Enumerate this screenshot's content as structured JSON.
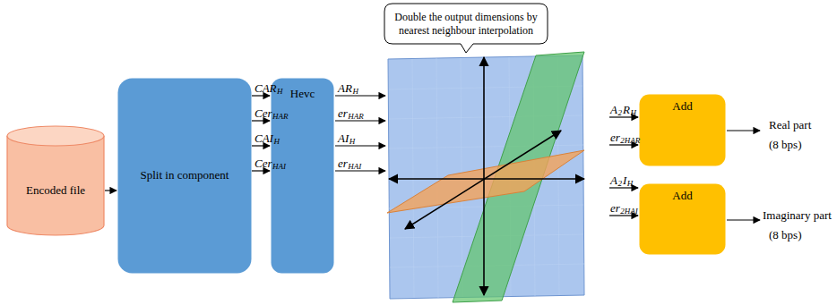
{
  "diagram": {
    "nodes": [
      {
        "text": [
          "Encoded file"
        ]
      },
      {
        "text": [
          "Split in component"
        ]
      },
      {
        "text": [
          "Hevc"
        ]
      },
      {
        "text": [
          "Double the output dimensions by nearest neighbour interpolation"
        ]
      },
      {
        "text": [
          "Add"
        ]
      },
      {
        "text": [
          "Add"
        ]
      }
    ],
    "edges": [
      {
        "from": 0,
        "to": 1,
        "arrow": "to"
      },
      {
        "from": 1,
        "to": 2,
        "arrow": "to"
      },
      {
        "from": 1,
        "to": 2,
        "arrow": "to"
      },
      {
        "from": 1,
        "to": 2,
        "arrow": "to"
      },
      {
        "from": 1,
        "to": 2,
        "arrow": "to"
      }
    ],
    "labels": [
      "CAR",
      "H",
      "Cer",
      "HAR",
      "CAI",
      "H",
      "Cer",
      "HAI",
      "AR",
      "H",
      "er",
      "HAR",
      "AI",
      "H",
      "er",
      "HAI",
      "A",
      "2",
      "R",
      "H",
      "er",
      "2HAR",
      "A",
      "2",
      "I",
      "H",
      "er",
      "2HAI",
      "Real part",
      "(8 bps)",
      "Imaginary part",
      "(8 bps)"
    ]
  }
}
